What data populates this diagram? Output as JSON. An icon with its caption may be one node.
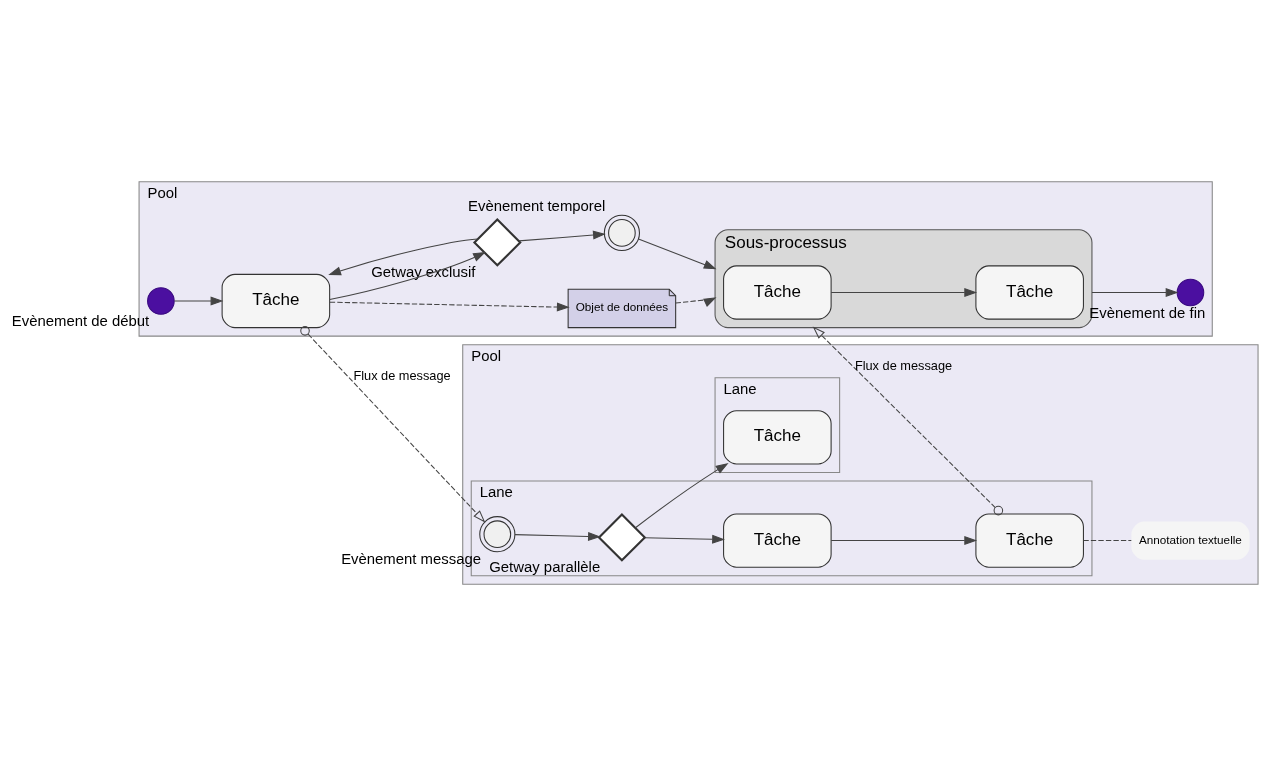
{
  "diagram": {
    "nodes": [
      {
        "text": [
          "Pool"
        ]
      },
      {
        "text": [],
        "shape": "circle",
        "beside": [
          "Evènement de début"
        ],
        "in": 0
      },
      {
        "text": [
          "Tâche"
        ],
        "in": 0
      },
      {
        "text": [
          "Objet de données"
        ],
        "in": 0
      },
      {
        "text": [],
        "shape": "diamond",
        "beside": [
          "Getway exclusif"
        ],
        "in": 0
      },
      {
        "text": [],
        "shape": "circle",
        "beside": [
          "Evènement temporel"
        ],
        "in": 0
      },
      {
        "text": [
          "Sous-processus"
        ],
        "in": 0
      },
      {
        "text": [
          "Tâche"
        ],
        "in": 6
      },
      {
        "text": [
          "Tâche"
        ],
        "in": 6
      },
      {
        "text": [],
        "shape": "circle",
        "beside": [
          "Evènement de fin"
        ],
        "in": 0
      },
      {
        "text": [
          "Pool"
        ]
      },
      {
        "text": [
          "Lane"
        ],
        "in": 10
      },
      {
        "text": [],
        "shape": "circle",
        "beside": [
          "Evènement message"
        ],
        "in": 11
      },
      {
        "text": [],
        "shape": "diamond",
        "beside": [
          "Getway parallèle"
        ],
        "in": 11
      },
      {
        "text": [
          "Tâche"
        ],
        "in": 11
      },
      {
        "text": [
          "Tâche"
        ],
        "in": 11
      },
      {
        "text": [
          "Annotation textuelle"
        ],
        "in": 10
      },
      {
        "text": [
          "Lane"
        ],
        "in": 10
      },
      {
        "text": [
          "Tâche"
        ],
        "in": 17
      }
    ],
    "edges": [
      {
        "from": 1,
        "to": 2,
        "arrow": "to"
      },
      {
        "from": 2,
        "to": 3,
        "arrow": "to",
        "style": "dashed"
      },
      {
        "from": 3,
        "to": 6,
        "arrow": "to",
        "style": "dashed"
      },
      {
        "from": 2,
        "to": 4,
        "arrow": "to"
      },
      {
        "from": 4,
        "to": 2,
        "arrow": "to"
      },
      {
        "from": 4,
        "to": 5,
        "arrow": "to"
      },
      {
        "from": 5,
        "to": 6,
        "arrow": "to"
      },
      {
        "from": 7,
        "to": 8,
        "arrow": "to"
      },
      {
        "from": 6,
        "to": 9,
        "arrow": "to"
      },
      {
        "from": 2,
        "to": 12,
        "arrow": "to",
        "style": "dashed",
        "label": "Flux de message"
      },
      {
        "from": 15,
        "to": 6,
        "arrow": "to",
        "style": "dashed",
        "label": "Flux de message"
      },
      {
        "from": 12,
        "to": 13,
        "arrow": "to"
      },
      {
        "from": 13,
        "to": 14,
        "arrow": "to"
      },
      {
        "from": 13,
        "to": 18,
        "arrow": "to"
      },
      {
        "from": 14,
        "to": 15,
        "arrow": "to"
      },
      {
        "from": 15,
        "to": 16,
        "arrow": "none",
        "style": "dashed"
      }
    ]
  }
}
